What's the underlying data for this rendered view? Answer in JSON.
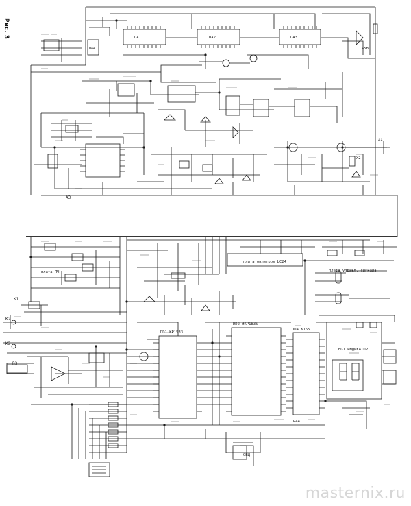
{
  "figure_label": "Рис. 3",
  "watermark": "masternix.ru",
  "labels": {
    "board_filters": "плата фильтров LC24",
    "board_control": "плата управл. сигнала",
    "board_input": "плата ПЧ",
    "bus_a": "A3",
    "conn_b": "B3",
    "res_out": "R44",
    "chip_main": "DD1 КР1533",
    "chip_mem": "DD2 ЭКР1835",
    "chip_io": "DD4 К155",
    "k1": "K1",
    "k2": "K2",
    "k3": "K3",
    "ind": "HG1 ИНДИКАТОР",
    "x1": "X1",
    "x2": "X2",
    "gnd": "ОБЩ",
    "pwr": "+5В",
    "top_ic1": "DA1",
    "top_ic2": "DA2",
    "top_ic3": "DA3",
    "top_ic4": "DA4"
  }
}
